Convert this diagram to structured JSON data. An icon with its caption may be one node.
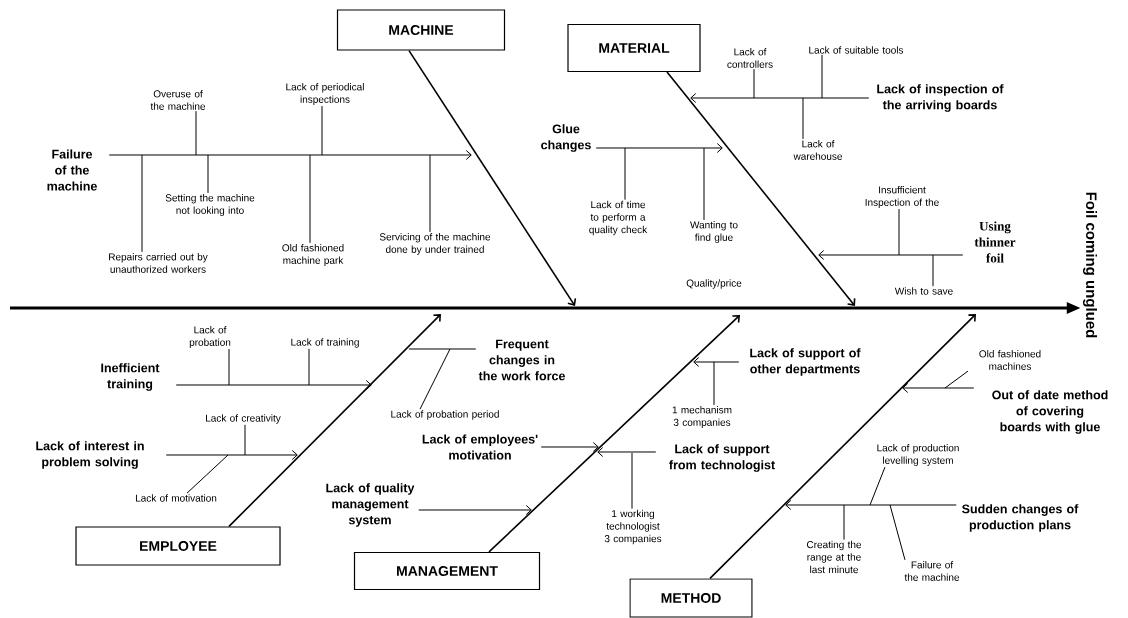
{
  "diagram": {
    "nodes": [
      {
        "text": [
          "MACHINE"
        ]
      },
      {
        "text": [
          "MATERIAL"
        ]
      },
      {
        "text": [
          "EMPLOYEE"
        ]
      },
      {
        "text": [
          "MANAGEMENT"
        ]
      },
      {
        "text": [
          "METHOD"
        ]
      },
      {
        "text": [
          "Foil coming unglued"
        ]
      },
      {
        "text": [
          "Failure of the machine"
        ]
      },
      {
        "text": [
          "Overuse of the machine"
        ]
      },
      {
        "text": [
          "Lack of periodical inspections"
        ]
      },
      {
        "text": [
          "Setting the machine not looking into"
        ]
      },
      {
        "text": [
          "Repairs carried out by unauthorized workers"
        ]
      },
      {
        "text": [
          "Old fashioned machine park"
        ]
      },
      {
        "text": [
          "Servicing of the machine done by under trained"
        ]
      },
      {
        "text": [
          "Glue changes"
        ]
      },
      {
        "text": [
          "Lack of time to perform a quality check"
        ]
      },
      {
        "text": [
          "Wanting to find glue"
        ]
      },
      {
        "text": [
          "Lack of inspection of the arriving boards"
        ]
      },
      {
        "text": [
          "Lack of controllers"
        ]
      },
      {
        "text": [
          "Lack of suitable tools"
        ]
      },
      {
        "text": [
          "Lack of warehouse"
        ]
      },
      {
        "text": [
          "Using thinner foil"
        ]
      },
      {
        "text": [
          "Insufficient Inspection of the"
        ]
      },
      {
        "text": [
          "Wish to save"
        ]
      },
      {
        "text": [
          "Inefficient training"
        ]
      },
      {
        "text": [
          "Lack of probation"
        ]
      },
      {
        "text": [
          "Lack of training"
        ]
      },
      {
        "text": [
          "Frequent changes in the work force"
        ]
      },
      {
        "text": [
          "Lack of probation period"
        ]
      },
      {
        "text": [
          "Lack of interest in problem solving"
        ]
      },
      {
        "text": [
          "Lack of creativity"
        ]
      },
      {
        "text": [
          "Lack of motivation"
        ]
      },
      {
        "text": [
          "Lack of quality management system"
        ]
      },
      {
        "text": [
          "Lack of employees' motivation"
        ]
      },
      {
        "text": [
          "Lack of support of other departments"
        ]
      },
      {
        "text": [
          "1 mechanism 3 companies"
        ]
      },
      {
        "text": [
          "Lack of support from technologist"
        ]
      },
      {
        "text": [
          "1 working technologist 3 companies"
        ]
      },
      {
        "text": [
          "Out of date method of covering boards with glue"
        ]
      },
      {
        "text": [
          "Old fashioned machines"
        ]
      },
      {
        "text": [
          "Sudden changes of production plans"
        ]
      },
      {
        "text": [
          "Lack of production levelling system"
        ]
      },
      {
        "text": [
          "Creating the range at the last minute"
        ]
      },
      {
        "text": [
          "Failure of the machine"
        ]
      }
    ],
    "edges": [
      {
        "from": null,
        "to": 5,
        "arrow": "to",
        "style": "thick"
      },
      {
        "from": 0,
        "to": null,
        "arrow": "to"
      },
      {
        "from": 1,
        "to": null,
        "arrow": "to"
      },
      {
        "from": 2,
        "to": null,
        "arrow": "to"
      },
      {
        "from": 3,
        "to": null,
        "arrow": "to"
      },
      {
        "from": 4,
        "to": null,
        "arrow": "to"
      },
      {
        "from": 6,
        "to": null,
        "arrow": "to"
      },
      {
        "from": 13,
        "to": null,
        "arrow": "to"
      },
      {
        "from": 16,
        "to": null,
        "arrow": "to"
      },
      {
        "from": 20,
        "to": null,
        "arrow": "to"
      },
      {
        "from": 23,
        "to": null,
        "arrow": "to"
      },
      {
        "from": 26,
        "to": null,
        "arrow": "none"
      },
      {
        "from": 28,
        "to": null,
        "arrow": "to"
      },
      {
        "from": 31,
        "to": null,
        "arrow": "to"
      },
      {
        "from": 32,
        "to": null,
        "arrow": "to"
      },
      {
        "from": 33,
        "to": null,
        "arrow": "to"
      },
      {
        "from": 35,
        "to": null,
        "arrow": "to"
      },
      {
        "from": 37,
        "to": null,
        "arrow": "to"
      },
      {
        "from": 39,
        "to": null,
        "arrow": "to"
      },
      {
        "from": 7,
        "to": null,
        "arrow": "none"
      },
      {
        "from": 8,
        "to": null,
        "arrow": "none"
      },
      {
        "from": 9,
        "to": null,
        "arrow": "none"
      },
      {
        "from": 10,
        "to": null,
        "arrow": "none"
      },
      {
        "from": 11,
        "to": null,
        "arrow": "none"
      },
      {
        "from": 12,
        "to": null,
        "arrow": "none"
      },
      {
        "from": 14,
        "to": null,
        "arrow": "none"
      },
      {
        "from": 15,
        "to": null,
        "arrow": "none"
      },
      {
        "from": 17,
        "to": null,
        "arrow": "none"
      },
      {
        "from": 18,
        "to": null,
        "arrow": "none"
      },
      {
        "from": 19,
        "to": null,
        "arrow": "none"
      },
      {
        "from": 21,
        "to": null,
        "arrow": "none"
      },
      {
        "from": 22,
        "to": null,
        "arrow": "none"
      },
      {
        "from": 24,
        "to": null,
        "arrow": "none"
      },
      {
        "from": 25,
        "to": null,
        "arrow": "none"
      },
      {
        "from": 27,
        "to": null,
        "arrow": "none"
      },
      {
        "from": 29,
        "to": null,
        "arrow": "none"
      },
      {
        "from": 30,
        "to": null,
        "arrow": "none"
      },
      {
        "from": 34,
        "to": null,
        "arrow": "none"
      },
      {
        "from": 36,
        "to": null,
        "arrow": "none"
      },
      {
        "from": 38,
        "to": null,
        "arrow": "none"
      },
      {
        "from": 40,
        "to": null,
        "arrow": "none"
      },
      {
        "from": 41,
        "to": null,
        "arrow": "none"
      },
      {
        "from": 42,
        "to": null,
        "arrow": "none"
      }
    ],
    "labels": [
      "Quality/price"
    ]
  }
}
